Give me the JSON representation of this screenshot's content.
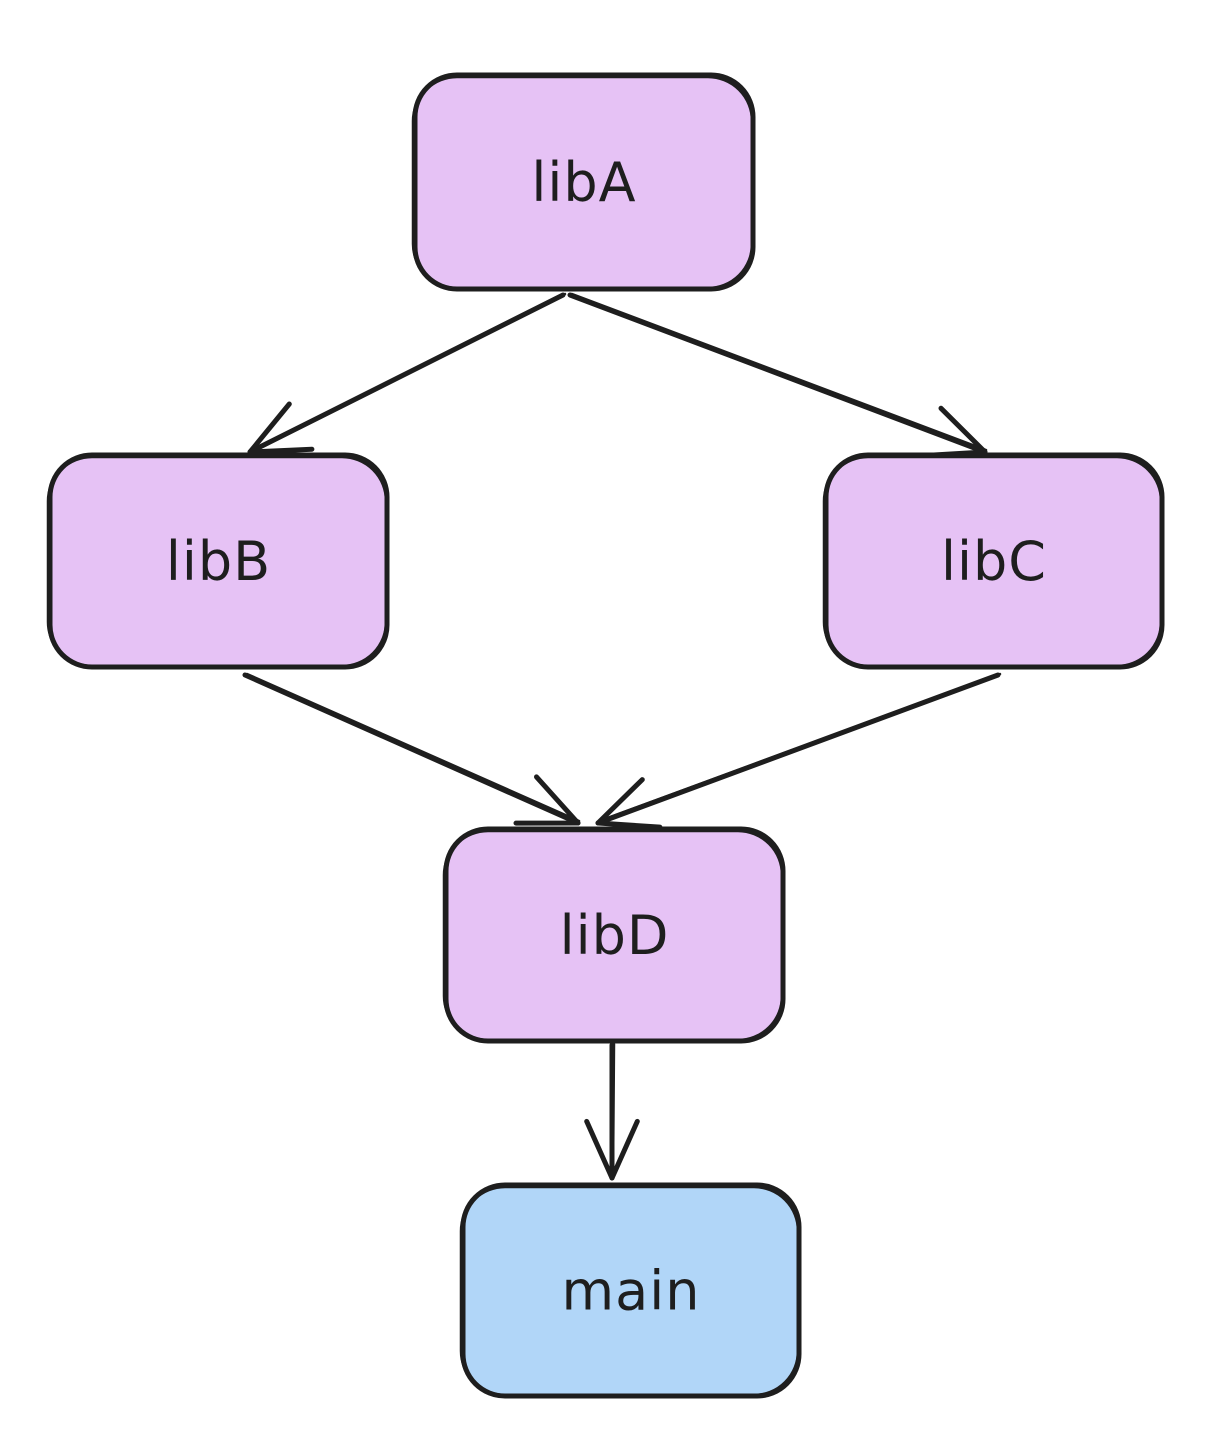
{
  "diagram": {
    "colors": {
      "library_fill": "#e6c2f5",
      "main_fill": "#b1d6f8",
      "stroke": "#1e1e1e",
      "background": "#ffffff"
    },
    "nodes": [
      {
        "id": "libA",
        "label": "libA",
        "kind": "library"
      },
      {
        "id": "libB",
        "label": "libB",
        "kind": "library"
      },
      {
        "id": "libC",
        "label": "libC",
        "kind": "library"
      },
      {
        "id": "libD",
        "label": "libD",
        "kind": "library"
      },
      {
        "id": "main",
        "label": "main",
        "kind": "main"
      }
    ],
    "edges": [
      {
        "from": "libA",
        "to": "libB"
      },
      {
        "from": "libA",
        "to": "libC"
      },
      {
        "from": "libB",
        "to": "libD"
      },
      {
        "from": "libC",
        "to": "libD"
      },
      {
        "from": "libD",
        "to": "main"
      }
    ]
  }
}
